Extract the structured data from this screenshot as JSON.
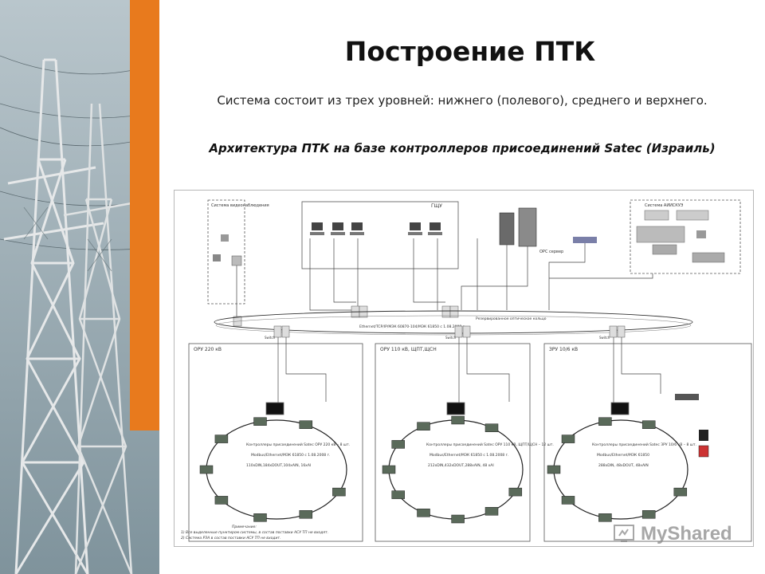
{
  "slide": {
    "title": "Построение ПТК",
    "subtitle": "Система состоит из трех уровней: нижнего (полевого), среднего и верхнего.",
    "architecture_title": "Архитектура  ПТК на базе контроллеров присоединений  Satec (Израиль)"
  },
  "diagram": {
    "video_system": "Система видеонаблюдения",
    "gshu": "ГЩУ",
    "asku_system": "Система АИИСКУЭ",
    "ethernet_label": "Ethernet/TCP/IP/МЭК 60870-104/МЭК 61850 с 1.08.2008 г.",
    "ring_label": "Резервированное оптическое кольцо",
    "opc_server": "OPC сервер",
    "switch_label": "Switch",
    "zones": [
      {
        "name": "ОРУ 220 кВ",
        "controllers": "Контроллеры присоединений Satec ОРУ 220 кВ – 8 шт.",
        "protocol": "Modbus/Ethernet/МЭК 61850 с 1.08.2008 г.",
        "io": "110xDIN,184xDOUT,104xAIN, 16xAI"
      },
      {
        "name": "ОРУ 110 кВ, ЩПТ,ЩСН",
        "controllers": "Контроллеры присоединений Satec ОРУ 110 кВ, ЩПТ/ЩСН – 12 шт.",
        "protocol": "Modbus/Ethernet/МЭК 61850 с 1.08.2008 г.",
        "io": "212xDIN,432xDOUT,288xAIN, 48 xAI"
      },
      {
        "name": "ЗРУ 10/6 кВ",
        "controllers": "Контроллеры присоединений Satec ЗРУ 10/6 кВ – 8 шт.",
        "protocol": "Modbus/Ethernet/МЭК 61850",
        "io": "288xDIN, 48xDOUT, 48xAIN"
      }
    ],
    "note_title": "Примечание:",
    "note_1": "1) Все выделенные пунктиром системы, в состав поставки АСУ ТП не входят.",
    "note_2": "2) Система РЗА в состав поставки АСУ ТП не входит."
  },
  "watermark": {
    "text": "MyShared"
  }
}
